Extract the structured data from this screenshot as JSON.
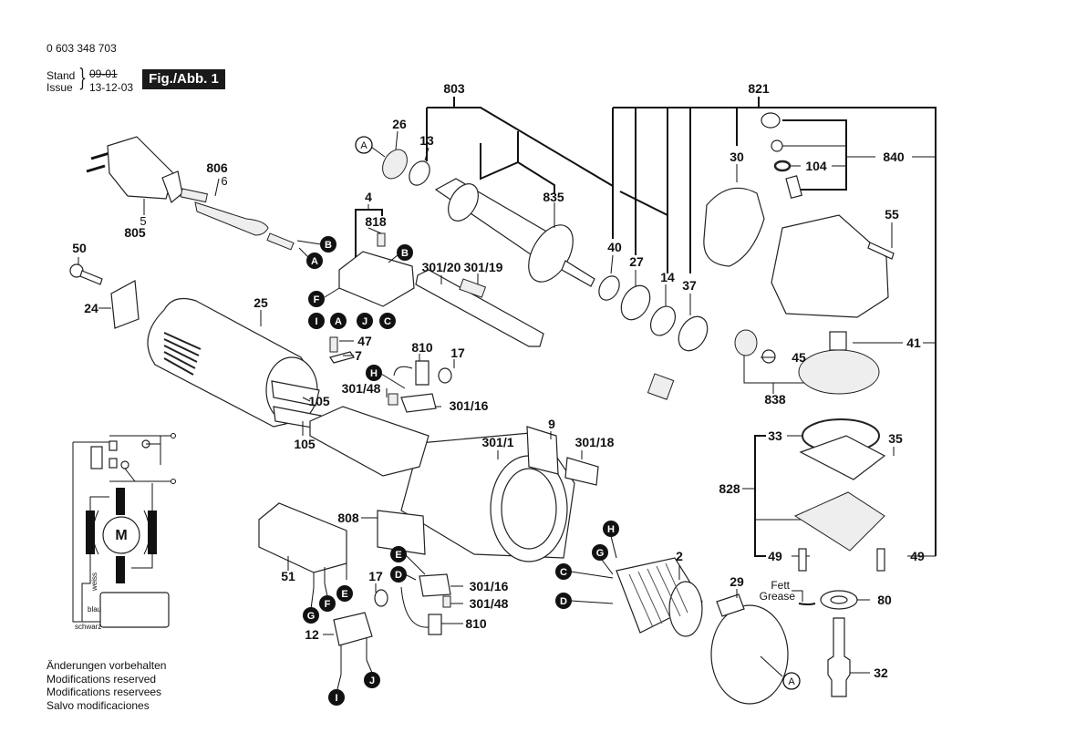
{
  "header": {
    "doc_number": "0 603 348 703",
    "stand_label": "Stand",
    "issue_label": "Issue",
    "stand_date": "09-01",
    "issue_date": "13-12-03",
    "figure_label": "Fig./Abb. 1"
  },
  "footer": {
    "lines": [
      "Änderungen vorbehalten",
      "Modifications reserved",
      "Modifications reservees",
      "Salvo modificaciones"
    ]
  },
  "part_labels": {
    "p803": "803",
    "p821": "821",
    "p26": "26",
    "p13": "13",
    "p806": "806",
    "p6": "6",
    "p5": "5",
    "p805": "805",
    "p4": "4",
    "p818": "818",
    "p835": "835",
    "p30": "30",
    "p104": "104",
    "p840": "840",
    "p55": "55",
    "p50": "50",
    "p24": "24",
    "p301_20": "301/20",
    "p301_19": "301/19",
    "p40": "40",
    "p27": "27",
    "p14": "14",
    "p37": "37",
    "p25": "25",
    "p47": "47",
    "p7": "7",
    "p810a": "810",
    "p17a": "17",
    "p301_48a": "301/48",
    "p301_16a": "301/16",
    "p105a": "105",
    "p105b": "105",
    "p45": "45",
    "p41": "41",
    "p838": "838",
    "p9": "9",
    "p301_1": "301/1",
    "p301_18": "301/18",
    "p33": "33",
    "p35": "35",
    "p828": "828",
    "p808": "808",
    "p2": "2",
    "p51": "51",
    "p17b": "17",
    "p301_16b": "301/16",
    "p301_48b": "301/48",
    "p810b": "810",
    "p12": "12",
    "p49a": "49",
    "p49b": "49",
    "p29": "29",
    "p80": "80",
    "p32": "32"
  },
  "grease_note": {
    "de": "Fett",
    "en": "Grease"
  },
  "connector_markers": {
    "A": "A",
    "B": "B",
    "C": "C",
    "D": "D",
    "E": "E",
    "F": "F",
    "G": "G",
    "H": "H",
    "I": "I",
    "J": "J"
  },
  "wiring_diagram": {
    "motor_label": "M",
    "wire_weiss": "weiss",
    "wire_blau": "blau",
    "wire_schwarz": "schwarz"
  }
}
